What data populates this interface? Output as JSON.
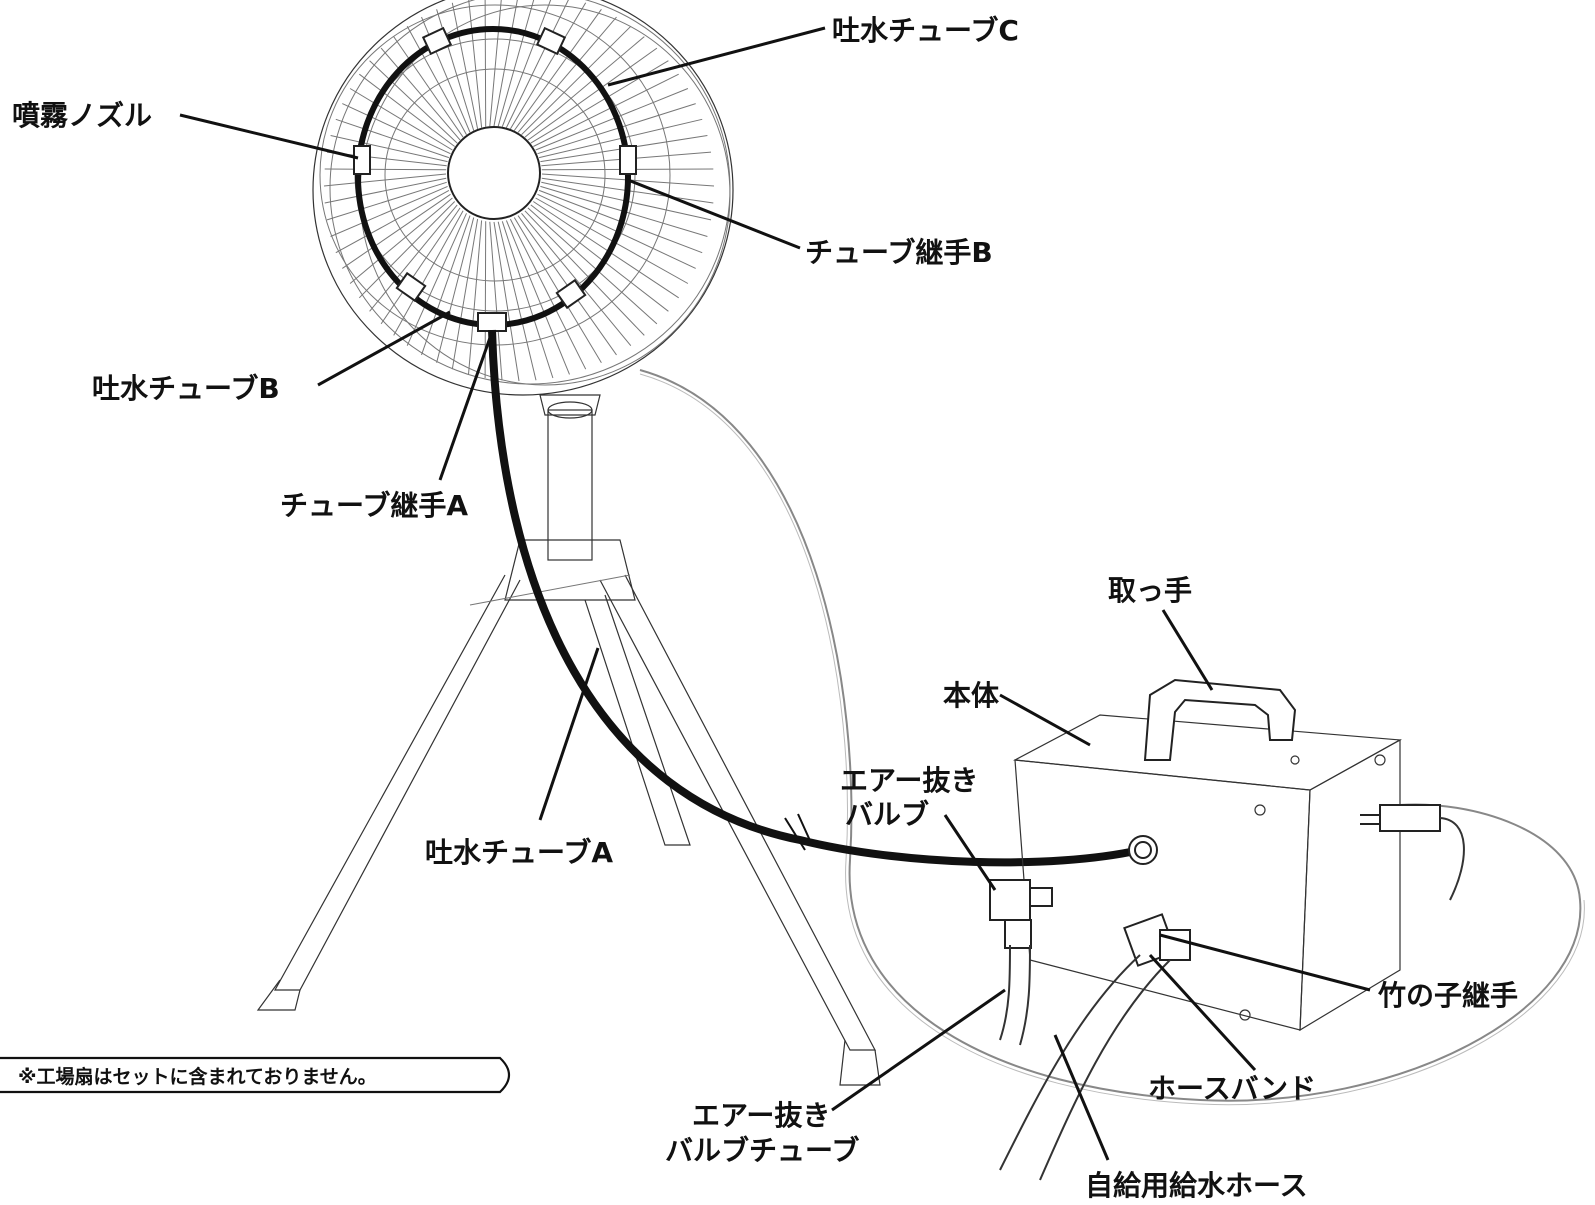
{
  "labels": {
    "nozzle": "噴霧ノズル",
    "tube_c": "吐水チューブC",
    "joint_b": "チューブ継手B",
    "tube_b": "吐水チューブB",
    "joint_a": "チューブ継手A",
    "tube_a": "吐水チューブA",
    "handle": "取っ手",
    "body": "本体",
    "air_valve_line1": "エアー抜き",
    "air_valve_line2": "バルブ",
    "air_valve_tube_line1": "エアー抜き",
    "air_valve_tube_line2": "バルブチューブ",
    "bamboo_joint": "竹の子継手",
    "hose_band": "ホースバンド",
    "supply_hose": "自給用給水ホース"
  },
  "note": "※工場扇はセットに含まれておりません。"
}
